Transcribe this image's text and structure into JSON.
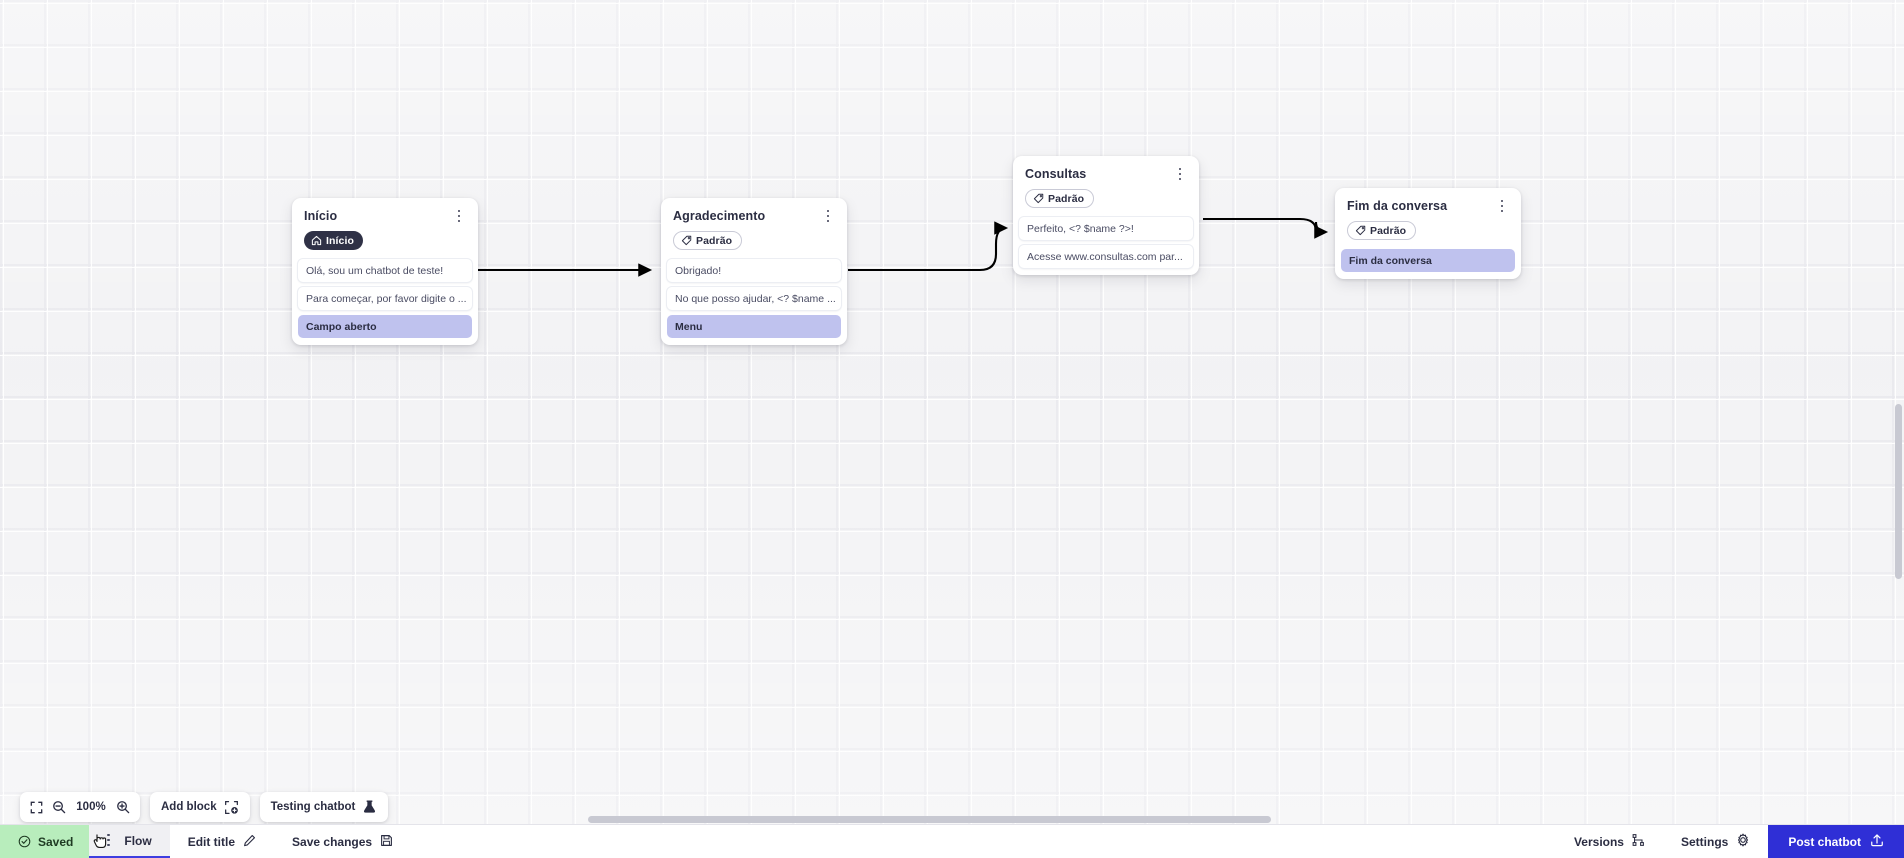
{
  "canvas": {
    "zoom_level": "100%",
    "nodes": [
      {
        "id": "inicio",
        "title": "Início",
        "tag": {
          "label": "Início",
          "style": "dark",
          "icon": "home-icon"
        },
        "rows": [
          {
            "text": "Olá, sou um chatbot de teste!",
            "type": "message"
          },
          {
            "text": "Para começar, por favor digite o ...",
            "type": "message"
          },
          {
            "text": "Campo aberto",
            "type": "action"
          }
        ]
      },
      {
        "id": "agradecimento",
        "title": "Agradecimento",
        "tag": {
          "label": "Padrão",
          "style": "light",
          "icon": "tag-icon"
        },
        "rows": [
          {
            "text": "Obrigado!",
            "type": "message"
          },
          {
            "text": "No que posso ajudar, <? $name ...",
            "type": "message"
          },
          {
            "text": "Menu",
            "type": "action"
          }
        ]
      },
      {
        "id": "consultas",
        "title": "Consultas",
        "tag": {
          "label": "Padrão",
          "style": "light",
          "icon": "tag-icon"
        },
        "rows": [
          {
            "text": "Perfeito, <? $name ?>!",
            "type": "message"
          },
          {
            "text": "Acesse www.consultas.com par...",
            "type": "message"
          }
        ]
      },
      {
        "id": "fim",
        "title": "Fim da conversa",
        "tag": {
          "label": "Padrão",
          "style": "light",
          "icon": "tag-icon"
        },
        "rows": [
          {
            "text": "Fim da conversa",
            "type": "action"
          }
        ]
      }
    ]
  },
  "float_toolbar": {
    "fit_icon": "fit-screen-icon",
    "zoom_out_icon": "zoom-out-icon",
    "zoom_level": "100%",
    "zoom_in_icon": "zoom-in-icon",
    "add_block_label": "Add block",
    "add_block_icon": "add-block-icon",
    "testing_label": "Testing chatbot",
    "testing_icon": "flask-icon"
  },
  "bottom_bar": {
    "saved_label": "Saved",
    "saved_icon": "check-circle-icon",
    "flow_tab_label": "Flow",
    "flow_tab_kebab": "kebab-icon",
    "edit_title_label": "Edit title",
    "edit_title_icon": "pencil-icon",
    "save_changes_label": "Save changes",
    "save_changes_icon": "floppy-disk-icon",
    "versions_label": "Versions",
    "versions_icon": "branch-icon",
    "settings_label": "Settings",
    "settings_icon": "gear-icon",
    "post_label": "Post chatbot",
    "post_icon": "upload-icon"
  },
  "colors": {
    "accent_blue": "#2f2fd6",
    "saved_green": "#b8edbc",
    "action_lavender": "#bfc2ee",
    "tag_dark": "#2f3146",
    "canvas_bg": "#ededf0"
  }
}
